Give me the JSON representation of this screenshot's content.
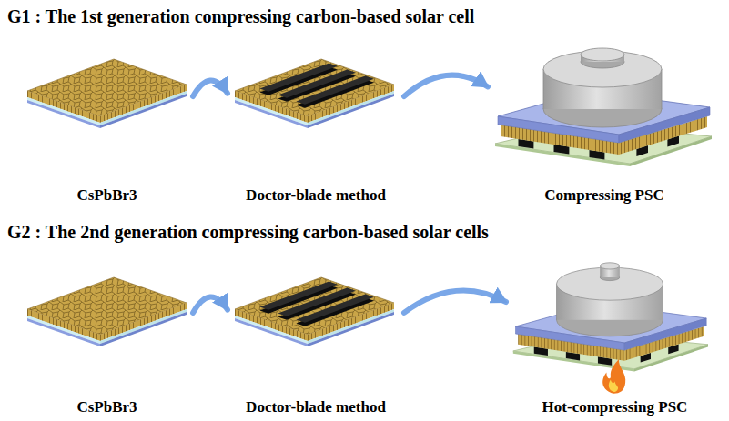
{
  "diagram": {
    "nodes": [
      {
        "text": [
          "CsPbBr3"
        ]
      },
      {
        "text": [
          "Doctor-blade method"
        ]
      },
      {
        "text": [
          "Compressing PSC"
        ]
      },
      {
        "text": [
          "CsPbBr3"
        ]
      },
      {
        "text": [
          "Doctor-blade method"
        ]
      },
      {
        "text": [
          "Hot-compressing PSC"
        ]
      }
    ],
    "edges": [
      {
        "from": 0,
        "to": 1,
        "arrow": "to"
      },
      {
        "from": 1,
        "to": 2,
        "arrow": "to"
      },
      {
        "from": 3,
        "to": 4,
        "arrow": "to"
      },
      {
        "from": 4,
        "to": 5,
        "arrow": "to"
      }
    ],
    "labels": [
      "G1 : The 1st generation compressing carbon-based solar cell",
      "G2 : The 2nd generation compressing carbon-based solar cells"
    ]
  }
}
